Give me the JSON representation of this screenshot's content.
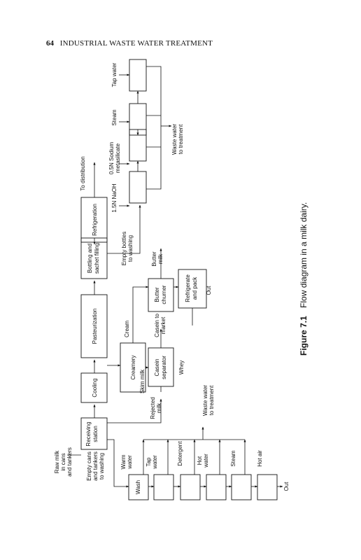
{
  "header": {
    "page_number": "64",
    "running_title": "INDUSTRIAL WASTE WATER TREATMENT"
  },
  "caption": {
    "figure_label": "Figure 7.1",
    "text": "Flow diagram in a milk dairy."
  },
  "diagram": {
    "main_line": {
      "receiving": [
        "Receiving",
        "station"
      ],
      "cooling": "Cooling",
      "pasteurization": "Pasteurization",
      "bottling": [
        "Bottling and",
        "sachet filling"
      ],
      "refrigeration": "Refrigeration",
      "to_distribution": "To distribution"
    },
    "inputs": {
      "raw_milk": [
        "Raw milk",
        "in cans",
        "and tankers"
      ],
      "empty_cans": [
        "Empty cans",
        "and tankers",
        "to washing"
      ]
    },
    "side_branch": {
      "creamery": "Creamery",
      "cream": "Cream",
      "skim_milk": "Skim milk",
      "casein_separator": [
        "Casein",
        "separator"
      ],
      "casein_to_market": [
        "Casein to",
        "market"
      ],
      "whey": "Whey",
      "butter_churner": [
        "Butter",
        "churner"
      ],
      "butter_milk": [
        "Butter",
        "milk"
      ],
      "refrigerate_pack": [
        "Refrigerate",
        "and pack"
      ],
      "out": "Out",
      "rejected_milk": [
        "Rejected",
        "milk"
      ],
      "empty_bottles": [
        "Empty bottles",
        "to washing"
      ]
    },
    "can_washing": {
      "wash": "Wash",
      "warm_water": [
        "Warm",
        "water"
      ],
      "tap_water": [
        "Tap",
        "water"
      ],
      "detergent": "Detergent",
      "hot_water": [
        "Hot",
        "water"
      ],
      "steam": "Steam",
      "hot_air": "Hot air",
      "out": "Out",
      "waste_water": [
        "Waste water",
        "to treatment"
      ]
    },
    "bottle_washing": {
      "naoh": "1.5N NaOH",
      "sodium_metasilicate": [
        "0.5N Sodium",
        "metasilicate"
      ],
      "steam": "Steam",
      "tap_water": "Tap water",
      "waste_water": [
        "Waste water",
        "to treatment"
      ]
    }
  }
}
